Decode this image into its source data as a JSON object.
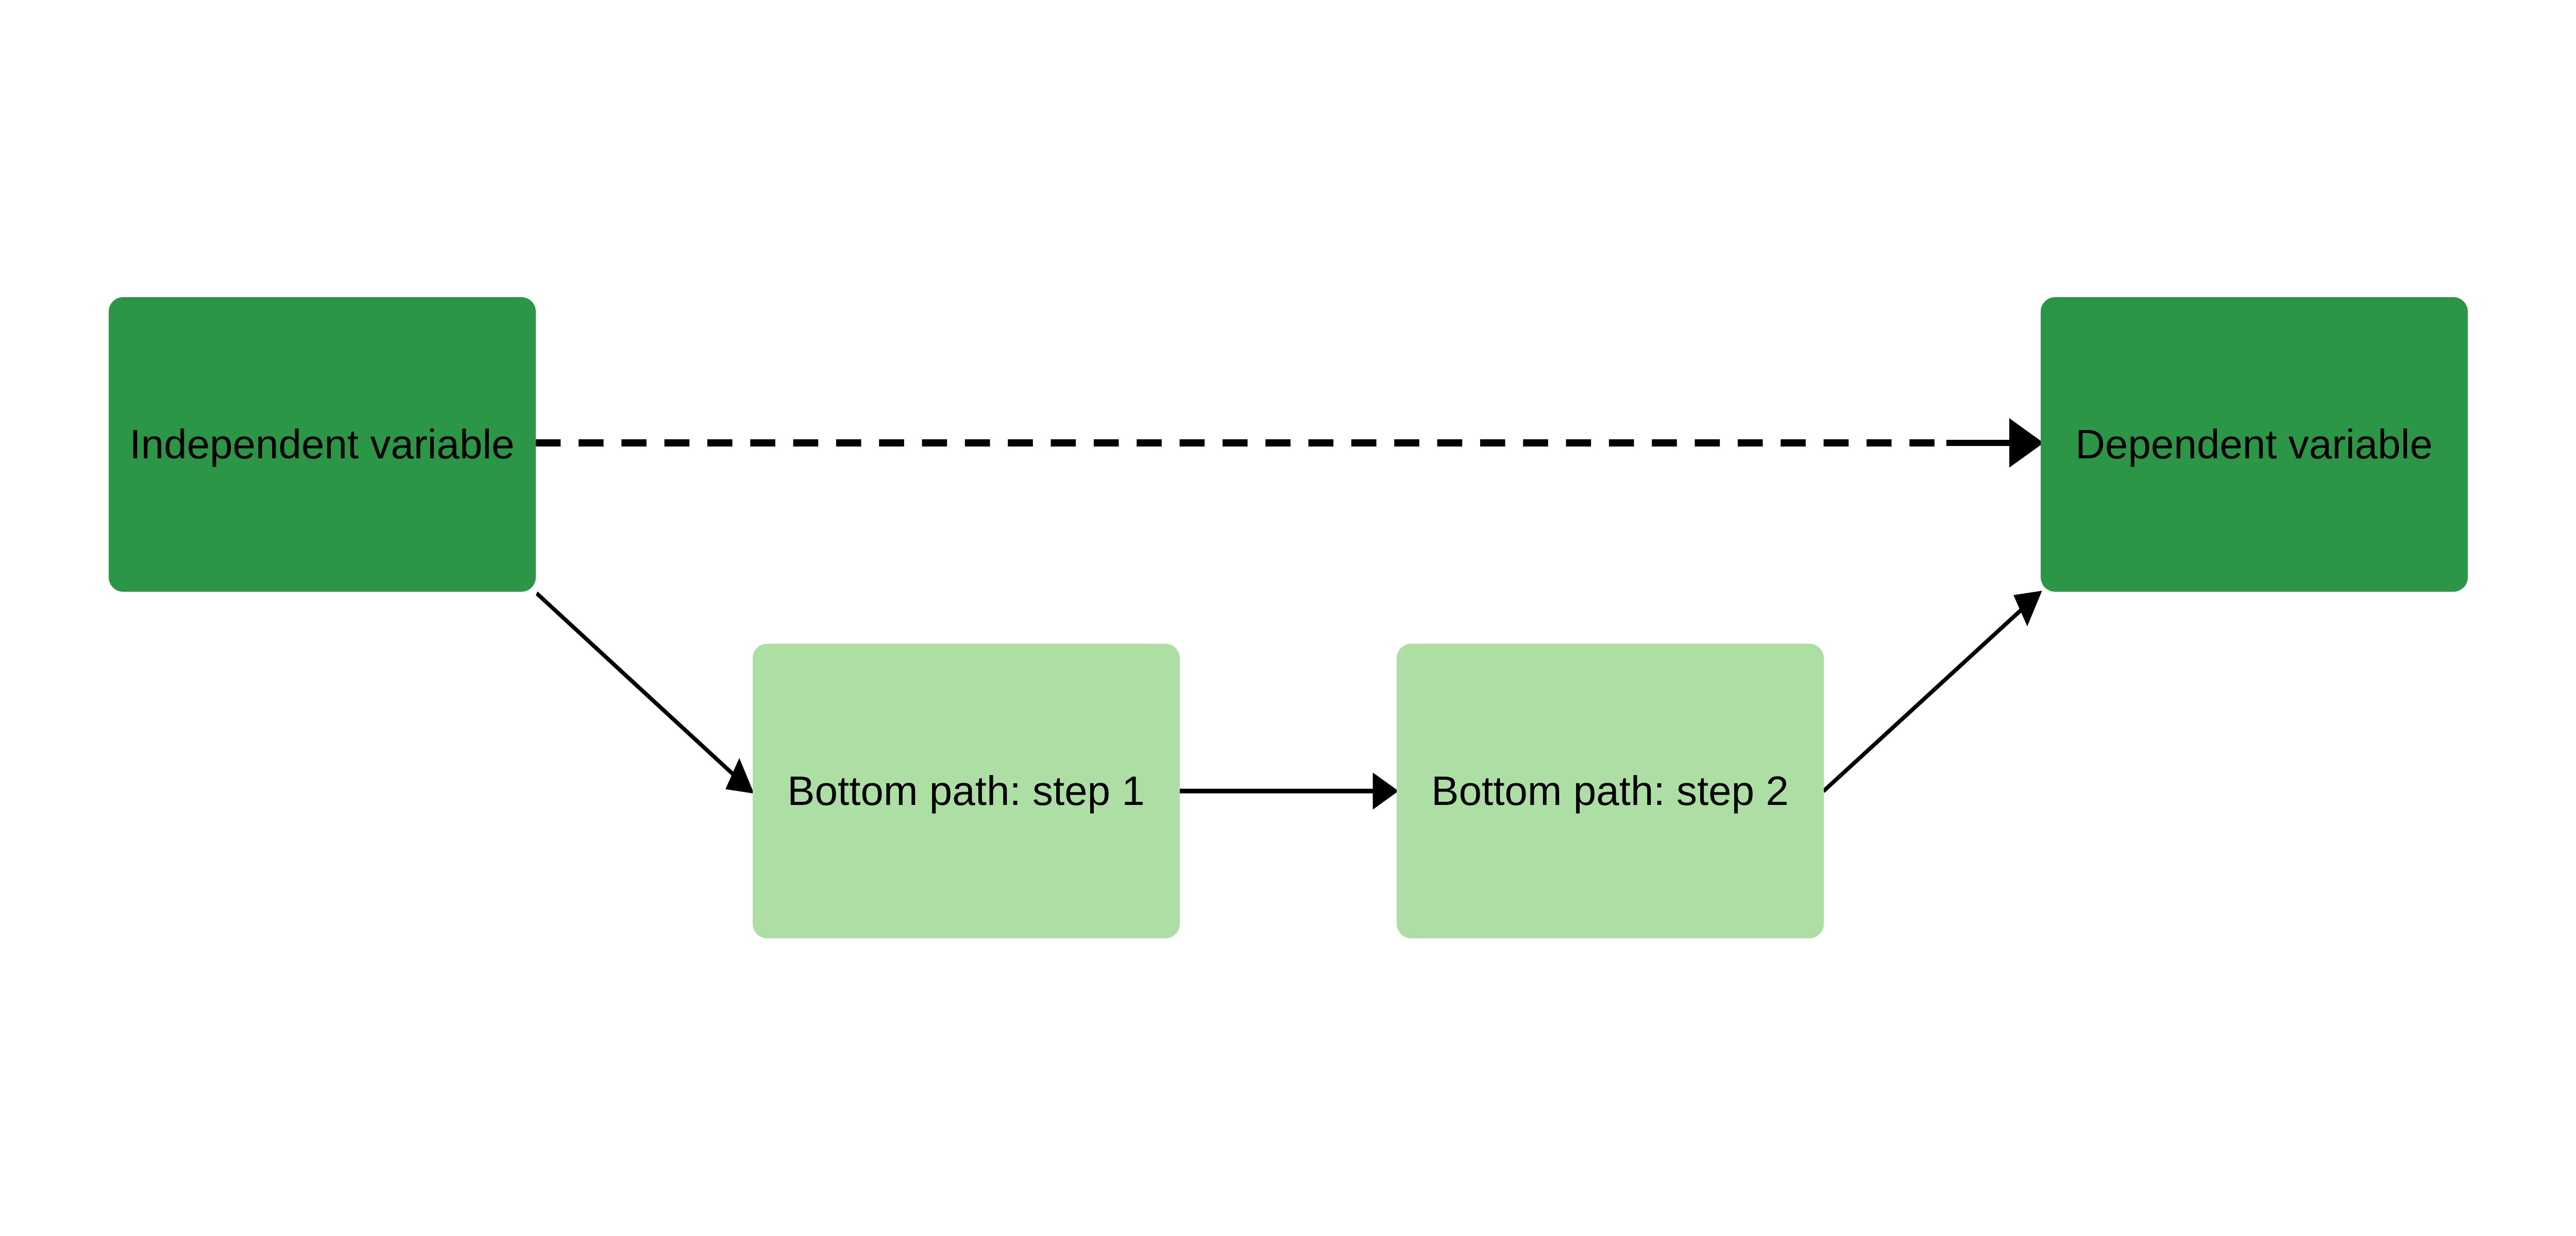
{
  "nodes": {
    "independent": {
      "label": "Independent variable",
      "color": "#2a9646"
    },
    "dependent": {
      "label": "Dependent variable",
      "color": "#2a9646"
    },
    "step1": {
      "label": "Bottom path: step 1",
      "color": "#addfa4"
    },
    "step2": {
      "label": "Bottom path: step 2",
      "color": "#addfa4"
    }
  },
  "edges": [
    {
      "from": "independent",
      "to": "dependent",
      "style": "dashed"
    },
    {
      "from": "independent",
      "to": "step1",
      "style": "solid"
    },
    {
      "from": "step1",
      "to": "step2",
      "style": "solid"
    },
    {
      "from": "step2",
      "to": "dependent",
      "style": "solid"
    }
  ]
}
